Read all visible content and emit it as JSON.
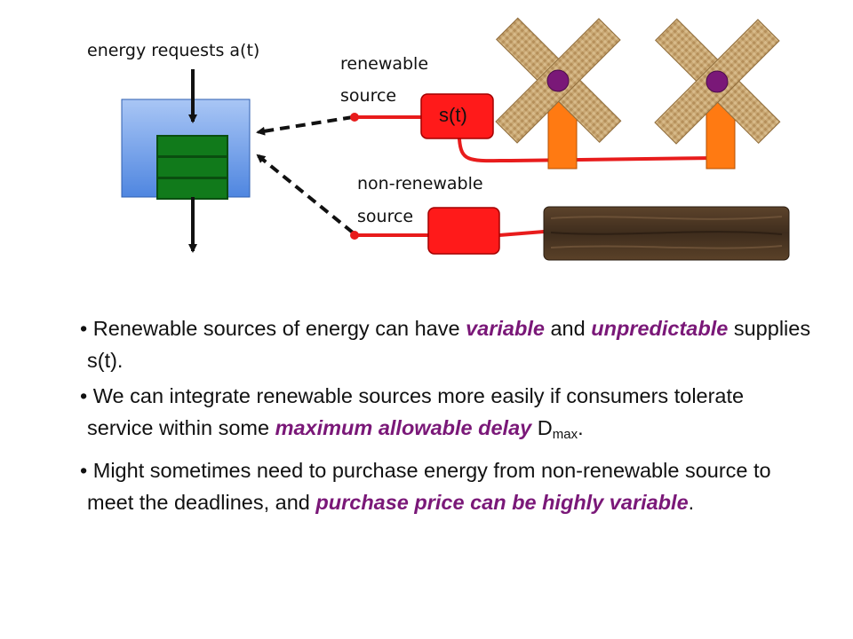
{
  "labels": {
    "energy_requests": "energy requests a(t)",
    "renewable": "renewable\nsource",
    "renewable_line1": "renewable",
    "renewable_line2": "source",
    "supply_box": "s(t)",
    "nonrenewable_line1": "non-renewable",
    "nonrenewable_line2": "source"
  },
  "colors": {
    "queue_blue": "#6fa0ea",
    "queue_green": "#117a1b",
    "source_red": "#ff1a1a",
    "wire_red": "#e81c1c",
    "tower_orange": "#ff7a12",
    "hub_purple": "#7a1878",
    "blade_tan": "#c9a874",
    "wood_brown": "#4e3824",
    "emphasis": "#7a1878"
  },
  "icons": [
    "windmill-icon",
    "windmill-icon",
    "wood-log-icon"
  ],
  "bullets": [
    {
      "marker": "•",
      "p1": "Renewable sources of energy can have ",
      "e1": "variable",
      "p2": " and ",
      "e2": "unpredictable",
      "p3": " supplies s(t)."
    },
    {
      "marker": "•",
      "p1": "We can integrate renewable sources more easily if consumers tolerate service within some ",
      "e1": "maximum allowable delay",
      "p2": " D",
      "sub": "max",
      "p3": "."
    },
    {
      "marker": "•",
      "p1": "Might sometimes need to purchase energy from non-renewable source to meet the deadlines, and ",
      "e1": "purchase price can be highly variable",
      "p2": "."
    }
  ]
}
